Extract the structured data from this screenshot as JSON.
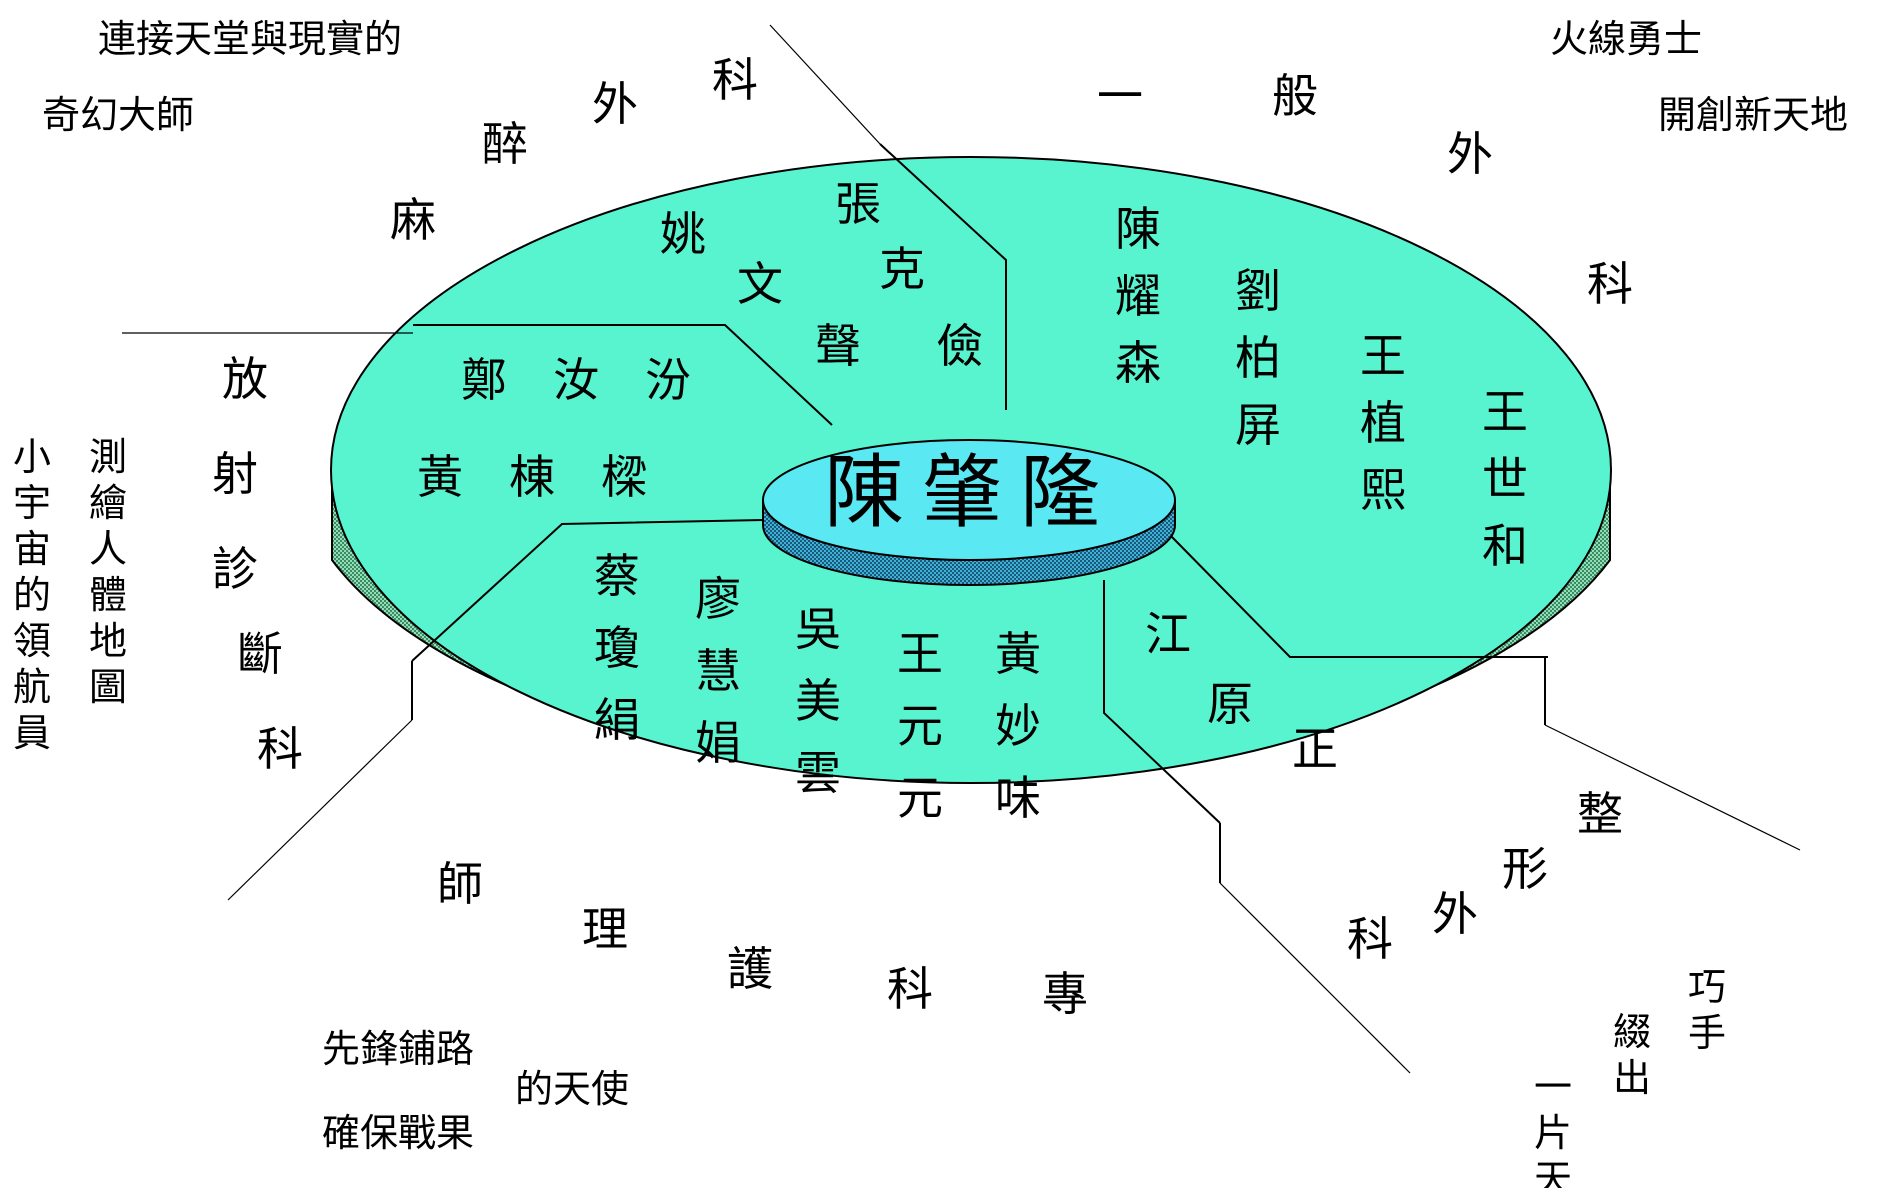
{
  "center": {
    "name": "陳肇隆"
  },
  "departments": {
    "anesthesia": "麻醉外科",
    "general": "一般外科",
    "plastic": "整形外科",
    "nursing": "專科護理師",
    "radiology": "放射診斷科"
  },
  "captions": {
    "anesthesia_1": "連接天堂與現實的",
    "anesthesia_2": "奇幻大師",
    "general_1": "火線勇士",
    "general_2": "開創新天地",
    "radiology_1": "測繪人體地圖",
    "radiology_2": "小宇宙的領航員",
    "nursing_1": "先鋒鋪路",
    "nursing_2": "的天使",
    "nursing_3": "確保戰果",
    "plastic_1": "巧手",
    "plastic_2": "綴出",
    "plastic_3": "一片天"
  },
  "team": {
    "anesthesia": [
      "姚文聲",
      "張克儉"
    ],
    "radiology": [
      "鄭汝汾",
      "黃棟樑"
    ],
    "general": [
      "陳耀森",
      "劉柏屏",
      "王植熙",
      "王世和"
    ],
    "plastic": [
      "江原正"
    ],
    "nursing": [
      "蔡瓊絹",
      "廖慧娟",
      "吳美雲",
      "王元元",
      "黃妙味"
    ]
  },
  "colors": {
    "disk_top": "#58f4cf",
    "disk_side": "#7fcfa8",
    "hub_top": "#5ae8f2",
    "hub_side": "#3a9dc4",
    "line": "#000000"
  }
}
